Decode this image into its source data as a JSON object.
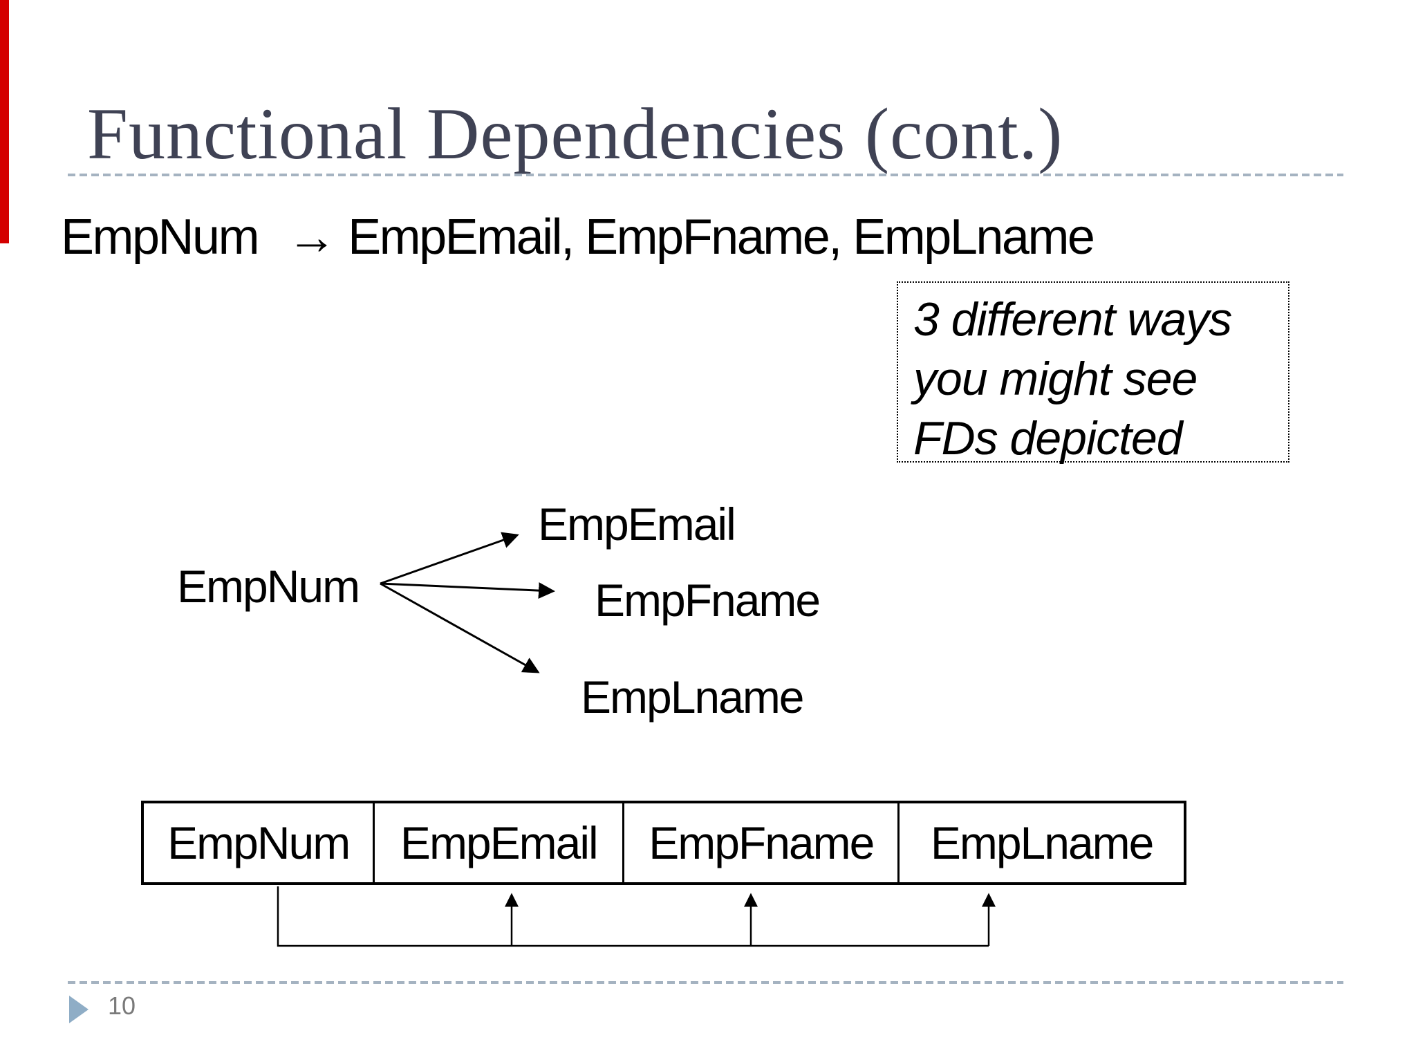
{
  "slide": {
    "title": "Functional Dependencies (cont.)",
    "fd_statement": {
      "lhs": "EmpNum",
      "arrow": "→",
      "rhs": "EmpEmail, EmpFname, EmpLname"
    },
    "note_box": {
      "text": "3 different ways\nyou might see\nFDs depicted"
    },
    "diagram": {
      "determinant": "EmpNum",
      "dependents": [
        "EmpEmail",
        "EmpFname",
        "EmpLname"
      ]
    },
    "relation_table": {
      "columns": [
        "EmpNum",
        "EmpEmail",
        "EmpFname",
        "EmpLname"
      ]
    },
    "footer": {
      "page_number": "10"
    },
    "colors": {
      "accent_bar": "#d40000",
      "title": "#3f4254",
      "divider": "#a5b3c1",
      "footer_triangle": "#8fadc6",
      "page_number": "#7a7a7a",
      "body_text": "#000000"
    }
  }
}
